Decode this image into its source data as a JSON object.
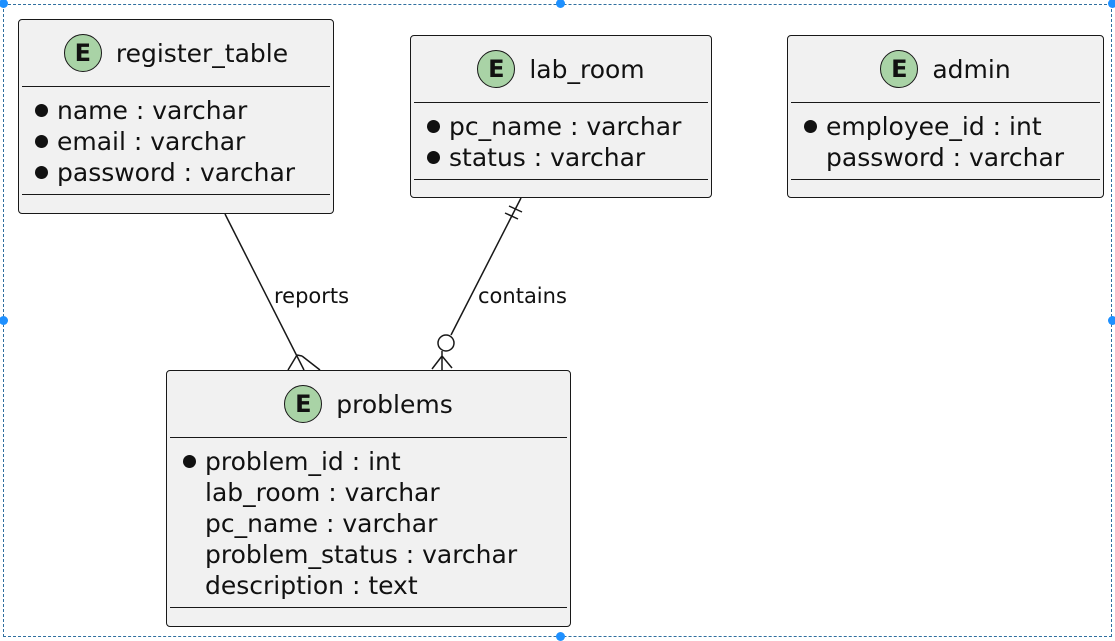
{
  "entities": {
    "register_table": {
      "badge": "E",
      "name": "register_table",
      "attributes": [
        {
          "text": "name : varchar",
          "key": true
        },
        {
          "text": "email : varchar",
          "key": true
        },
        {
          "text": "password : varchar",
          "key": true
        }
      ]
    },
    "lab_room": {
      "badge": "E",
      "name": "lab_room",
      "attributes": [
        {
          "text": "pc_name : varchar",
          "key": true
        },
        {
          "text": "status : varchar",
          "key": true
        }
      ]
    },
    "admin": {
      "badge": "E",
      "name": "admin",
      "attributes": [
        {
          "text": "employee_id : int",
          "key": true
        },
        {
          "text": "password : varchar",
          "key": false
        }
      ]
    },
    "problems": {
      "badge": "E",
      "name": "problems",
      "attributes": [
        {
          "text": "problem_id : int",
          "key": true
        },
        {
          "text": "lab_room : varchar",
          "key": false
        },
        {
          "text": "pc_name : varchar",
          "key": false
        },
        {
          "text": "problem_status : varchar",
          "key": false
        },
        {
          "text": "description : text",
          "key": false
        }
      ]
    }
  },
  "relationships": [
    {
      "label": "reports",
      "from": "register_table",
      "to": "problems",
      "from_card": "none",
      "to_card": "many"
    },
    {
      "label": "contains",
      "from": "lab_room",
      "to": "problems",
      "from_card": "exactly-one",
      "to_card": "zero-or-many"
    }
  ],
  "colors": {
    "entity_fill": "#f1f1f1",
    "badge_fill": "#a9d3a6",
    "stroke": "#181818",
    "frame": "#2f6f9f",
    "handle": "#1e90ff"
  }
}
